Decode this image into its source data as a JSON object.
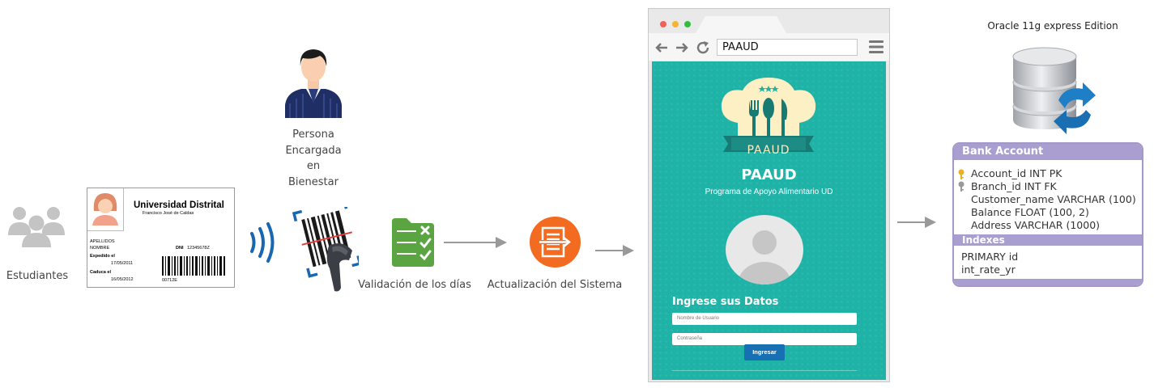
{
  "students": {
    "label": "Estudiantes"
  },
  "person": {
    "label_lines": [
      "Persona",
      "Encargada",
      "en",
      "Bienestar"
    ]
  },
  "id_card": {
    "university": "Universidad Distrital",
    "subtitle": "Francisco José de Caldas",
    "apellidos": "APELLIDOS",
    "nombre": "NOMBRE",
    "dni_label": "DNI",
    "dni_value": "12345678Z",
    "expedido_label": "Expedido el",
    "expedido_value": "17/05/2011",
    "caduca_label": "Caduca el",
    "caduca_value": "16/05/2012",
    "barcode_number": "00712E"
  },
  "validation": {
    "label": "Validación de los días"
  },
  "update": {
    "label": "Actualización del Sistema"
  },
  "browser": {
    "url": "PAAUD",
    "app_name": "PAAUD",
    "logo_banner": "PAAUD",
    "app_subtitle": "Programa de Apoyo Alimentario UD",
    "login_heading": "Ingrese sus Datos",
    "username_placeholder": "Nombre de Usuario",
    "password_placeholder": "Contraseña",
    "submit_label": "Ingresar"
  },
  "database": {
    "title": "Oracle 11g express Edition",
    "table_name": "Bank Account",
    "columns": [
      "Account_id INT PK",
      "Branch_id INT FK",
      "Customer_name VARCHAR (100)",
      "Balance FLOAT (100, 2)",
      "Address VARCHAR (1000)"
    ],
    "indexes_label": "Indexes",
    "indexes": [
      "PRIMARY id",
      "int_rate_yr"
    ]
  },
  "colors": {
    "teal": "#1eb3a6",
    "orange": "#f26b21",
    "green": "#5aa541",
    "navy": "#1f2e64",
    "purple": "#a99ed0",
    "button_blue": "#1670b3"
  }
}
